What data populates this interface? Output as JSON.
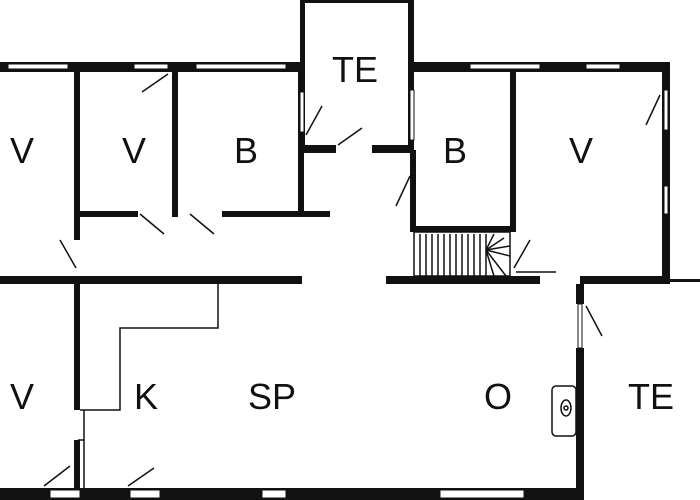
{
  "rooms": [
    {
      "id": "v1",
      "label": "V"
    },
    {
      "id": "v2",
      "label": "V"
    },
    {
      "id": "b1",
      "label": "B"
    },
    {
      "id": "te1",
      "label": "TE"
    },
    {
      "id": "b2",
      "label": "B"
    },
    {
      "id": "v3",
      "label": "V"
    },
    {
      "id": "v4",
      "label": "V"
    },
    {
      "id": "k",
      "label": "K"
    },
    {
      "id": "sp",
      "label": "SP"
    },
    {
      "id": "o",
      "label": "O"
    },
    {
      "id": "te2",
      "label": "TE"
    }
  ],
  "colors": {
    "wall": "#111111",
    "background": "#ffffff"
  }
}
